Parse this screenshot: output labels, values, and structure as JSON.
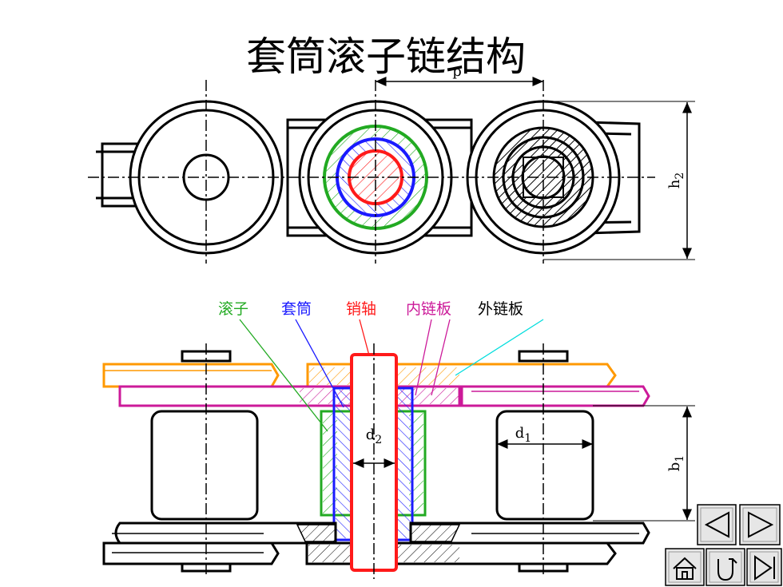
{
  "title": "套筒滚子链结构",
  "labels": {
    "roller": "滚子",
    "bushing": "套筒",
    "pin": "销轴",
    "inner_plate": "内链板",
    "outer_plate": "外链板"
  },
  "dimensions": {
    "pitch": "p",
    "h2": "h",
    "h2_sub": "2",
    "b1": "b",
    "b1_sub": "1",
    "d1": "d",
    "d1_sub": "1",
    "d2": "d",
    "d2_sub": "2"
  },
  "colors": {
    "roller": "#22aa22",
    "bushing": "#1a1aff",
    "pin": "#ff1a1a",
    "inner_plate": "#cc1a99",
    "outer_plate": "#ff9900",
    "outer_plate_leader": "#00dddd"
  },
  "nav": {
    "prev": "previous-icon",
    "next": "next-icon",
    "home": "home-icon",
    "back": "return-icon",
    "end": "end-icon"
  }
}
